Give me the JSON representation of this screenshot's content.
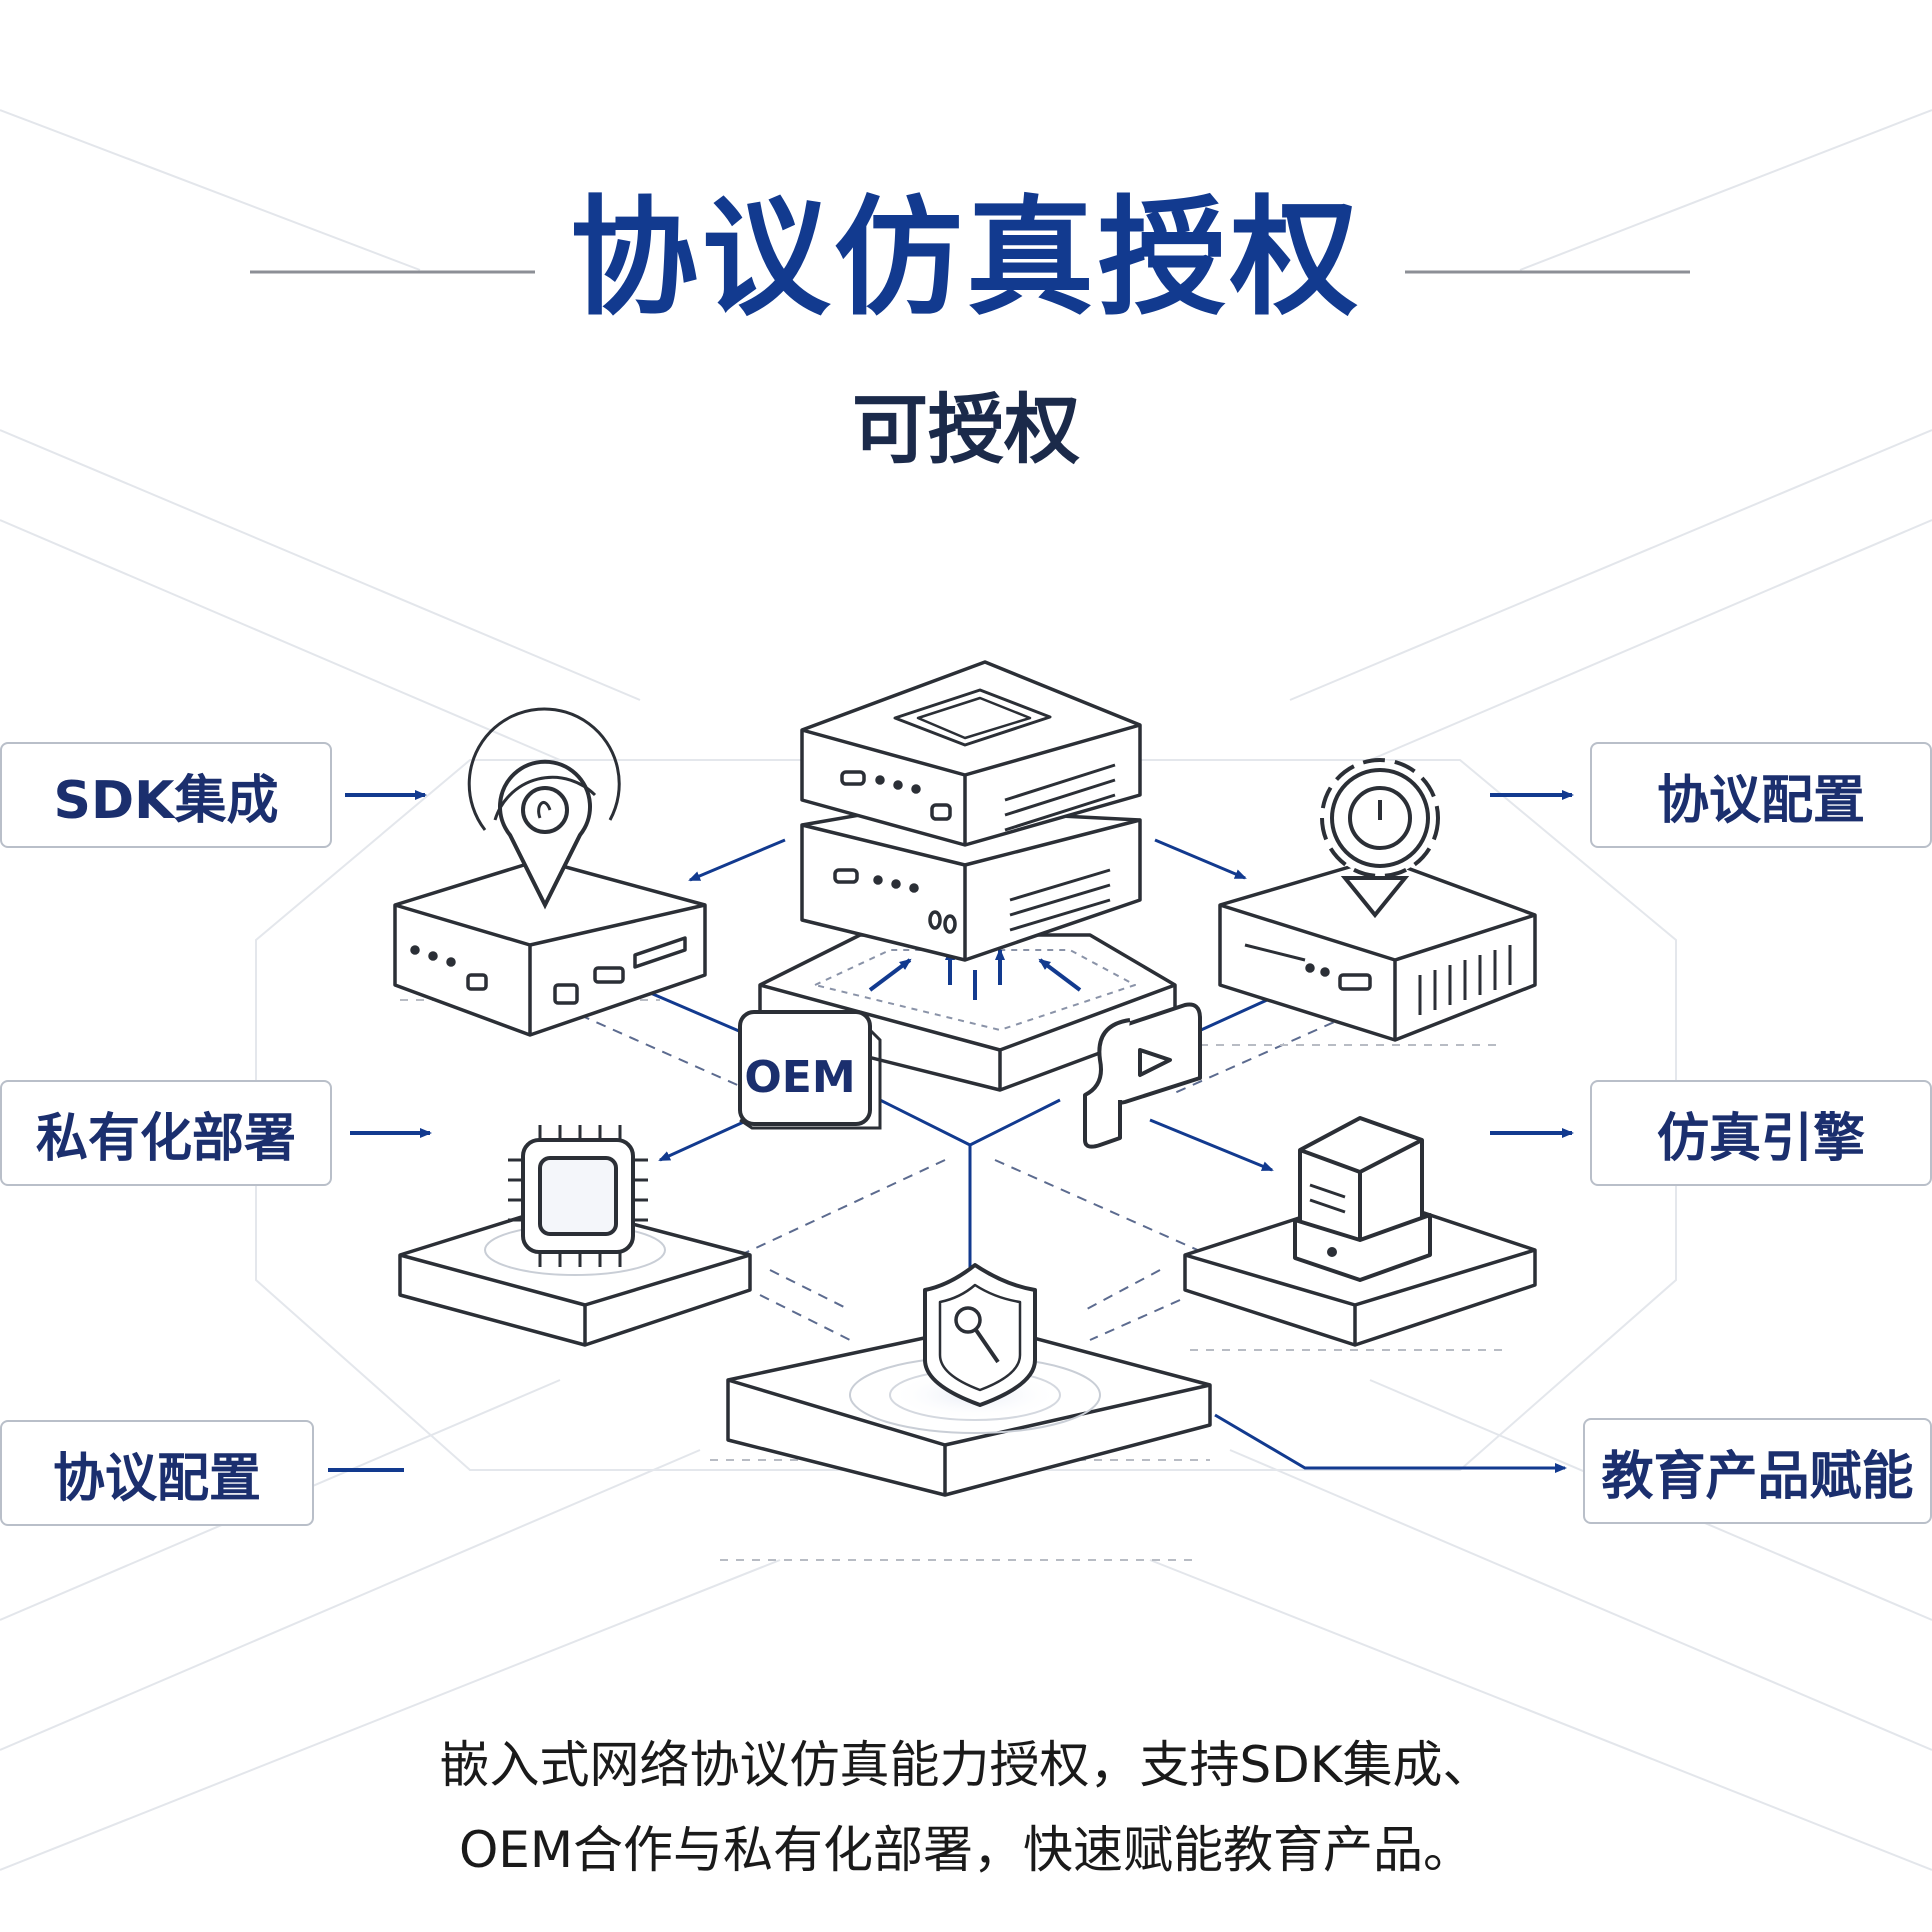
{
  "title": "协议仿真授权",
  "subtitle": "可授权",
  "labels": {
    "left_top": "SDK集成",
    "left_mid": "私有化部署",
    "left_bottom": "协议配置",
    "right_top": "协议配置",
    "right_mid": "仿真引擎",
    "right_bottom": "教育产品赋能"
  },
  "badge": {
    "oem": "OEM"
  },
  "description": {
    "line1": "嵌入式网络协议仿真能力授权，支持SDK集成、",
    "line2": "OEM合作与私有化部署，快速赋能教育产品。"
  },
  "colors": {
    "accent": "#123a8f",
    "line": "#2b2f36",
    "label_text": "#1b2f6e"
  },
  "icons": [
    "location-pin-icon",
    "chip-icon",
    "gear-icon",
    "shield-key-icon",
    "play-code-icon",
    "server-cube-icon"
  ]
}
